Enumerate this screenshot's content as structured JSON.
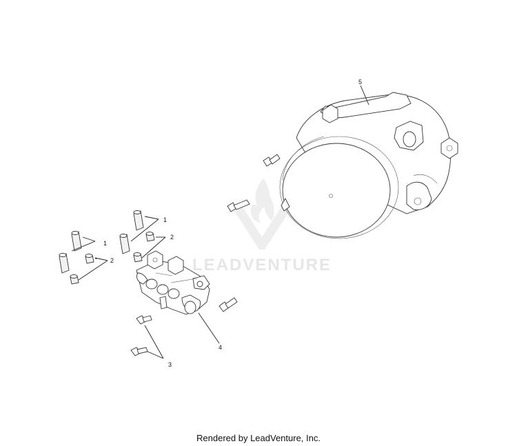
{
  "diagram": {
    "callouts": {
      "c1a": "1",
      "c1b": "1",
      "c2a": "2",
      "c2b": "2",
      "c3": "3",
      "c4": "4",
      "c5": "5"
    },
    "watermark": {
      "text": "LEADVENTURE",
      "icon": "leadventure-flame-v-logo"
    }
  },
  "footer": {
    "text": "Rendered by LeadVenture, Inc."
  }
}
